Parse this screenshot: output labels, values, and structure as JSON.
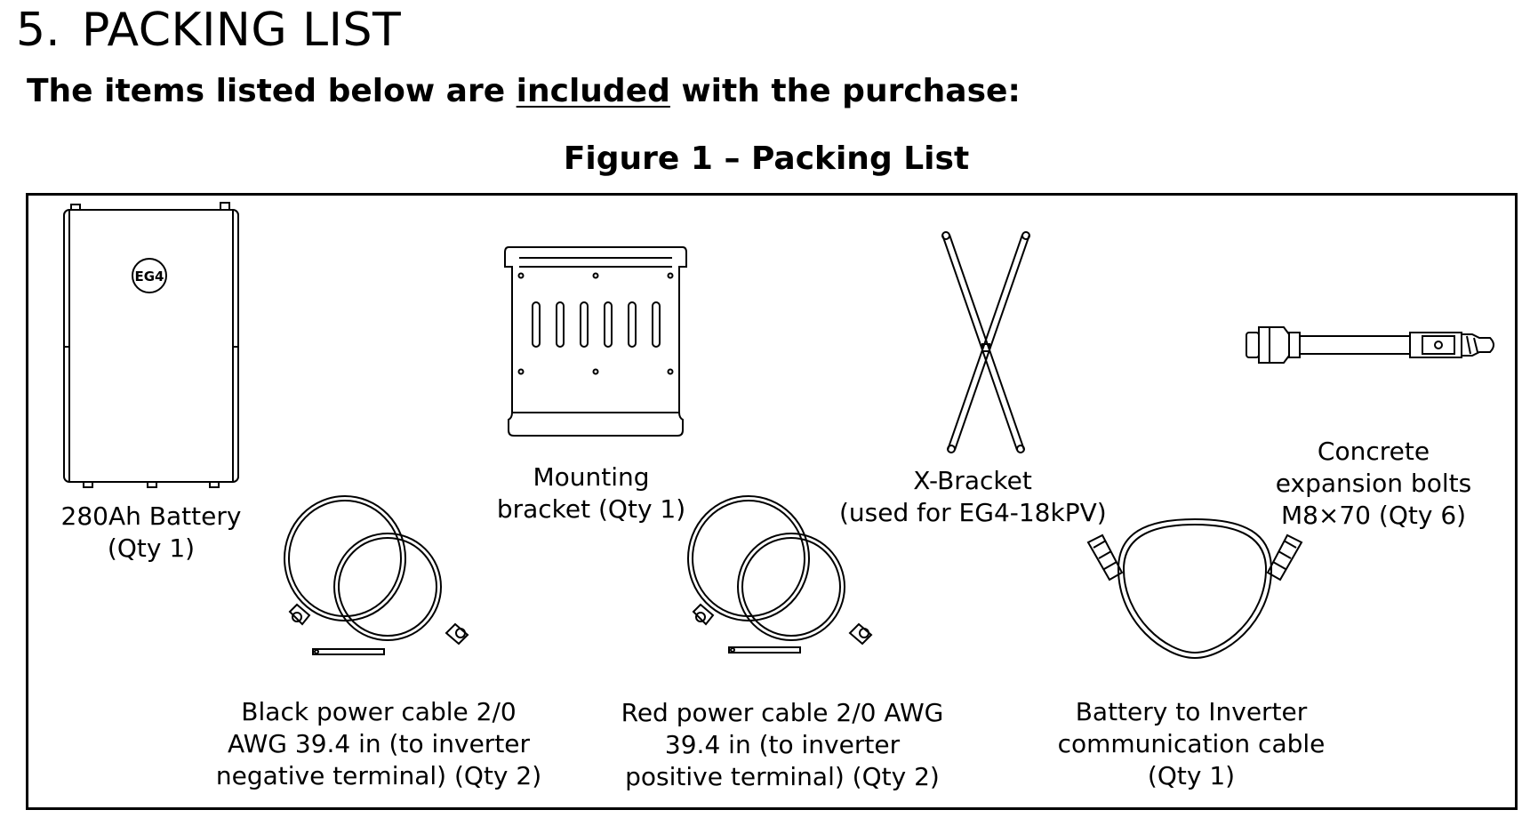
{
  "section": {
    "number": "5.",
    "title": "PACKING LIST"
  },
  "intro": {
    "before": "The items listed below are ",
    "emphasis": "included",
    "after": " with the purchase:"
  },
  "figure": {
    "caption": "Figure 1 – Packing List"
  },
  "items": [
    {
      "icon": "battery-icon",
      "lines": [
        "280Ah Battery",
        "(Qty 1)"
      ]
    },
    {
      "icon": "mounting-bracket-icon",
      "lines": [
        "Mounting",
        "bracket (Qty 1)"
      ]
    },
    {
      "icon": "x-bracket-icon",
      "lines": [
        "X-Bracket",
        "(used for EG4-18kPV)"
      ]
    },
    {
      "icon": "expansion-bolt-icon",
      "lines": [
        "Concrete",
        "expansion bolts",
        "M8×70 (Qty 6)"
      ]
    },
    {
      "icon": "black-power-cable-icon",
      "lines": [
        "Black power cable 2/0",
        "AWG 39.4 in (to inverter",
        "negative terminal) (Qty 2)"
      ]
    },
    {
      "icon": "red-power-cable-icon",
      "lines": [
        "Red power cable 2/0 AWG",
        "39.4 in (to inverter",
        "positive terminal) (Qty 2)"
      ]
    },
    {
      "icon": "communication-cable-icon",
      "lines": [
        "Battery to Inverter",
        "communication cable",
        "(Qty 1)"
      ]
    }
  ],
  "battery_logo_text": "EG4"
}
